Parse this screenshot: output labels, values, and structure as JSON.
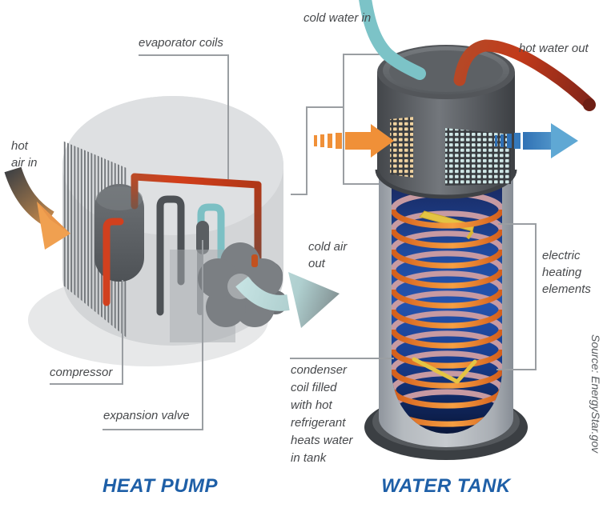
{
  "diagram": {
    "headings": {
      "heat_pump": "HEAT PUMP",
      "water_tank": "WATER TANK"
    },
    "labels": {
      "evaporator_coils": "evaporator coils",
      "cold_water_in": "cold water in",
      "hot_water_out": "hot water out",
      "hot_air_in": "hot air in",
      "cold_air_out": "cold air out",
      "compressor": "compressor",
      "expansion_valve": "expansion valve",
      "condenser_coil": "condenser coil filled with hot refrigerant heats water in tank",
      "electric_heating_elements": "electric heating elements"
    },
    "source": "Source: EnergyStar.gov",
    "colors": {
      "heading_blue": "#1e5fa7",
      "label_grey": "#47494c",
      "leader_grey": "#9a9ea2",
      "hot_air_orange": "#f09038",
      "cold_air_teal": "#7cc0c4",
      "hot_water_red": "#c23a1c",
      "cold_air_out_blue": "#3579bc",
      "coil_orange": "#e4712a",
      "coil_back_mauve": "#c79aa2",
      "tank_navy": "#1e4ca2",
      "element_yellow": "#e4c443"
    }
  }
}
